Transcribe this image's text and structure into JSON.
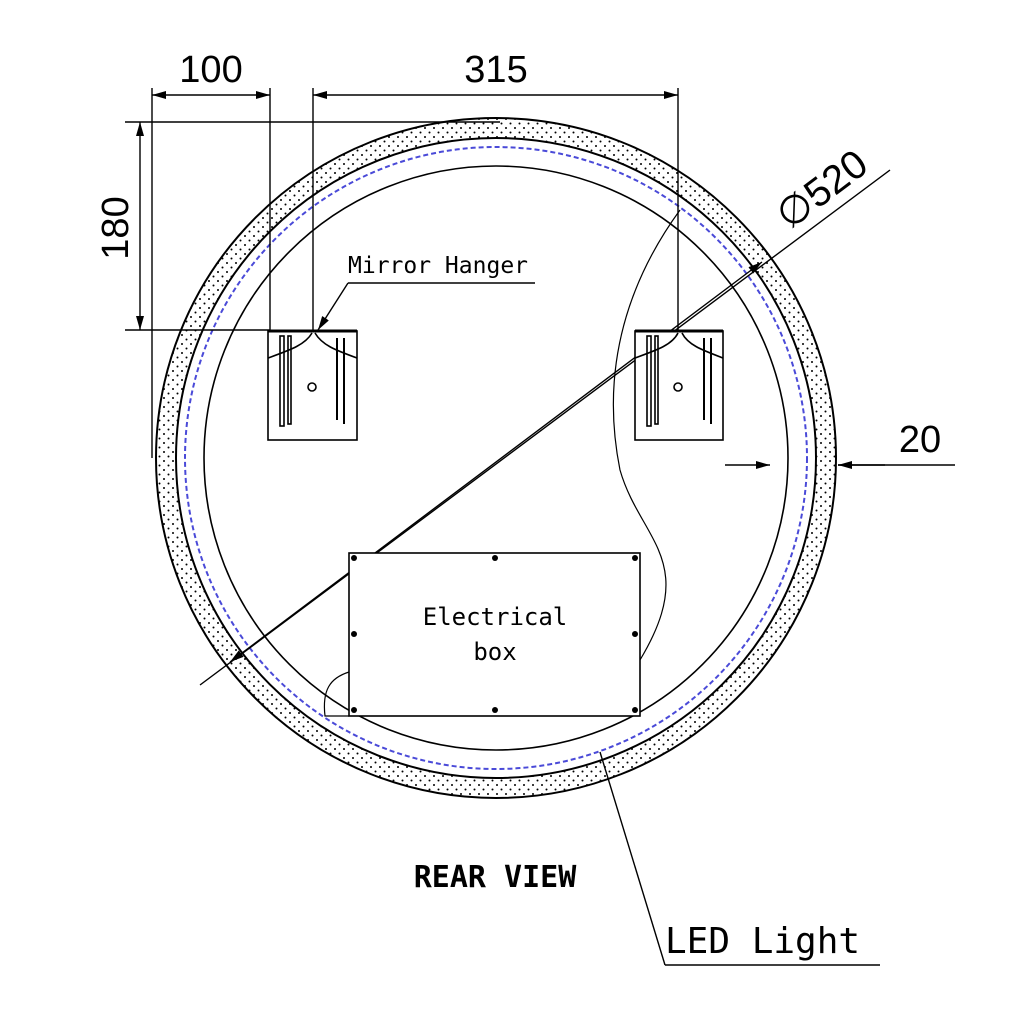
{
  "dimensions": {
    "left_offset": "100",
    "hanger_spacing": "315",
    "hanger_height": "180",
    "diameter": "∅520",
    "frame_width": "20"
  },
  "labels": {
    "mirror_hanger": "Mirror Hanger",
    "electrical_box_line1": "Electrical",
    "electrical_box_line2": "box",
    "view_title": "REAR VIEW",
    "led_light": "LED Light"
  },
  "colors": {
    "line": "#000000",
    "led": "#4a4ad8"
  }
}
